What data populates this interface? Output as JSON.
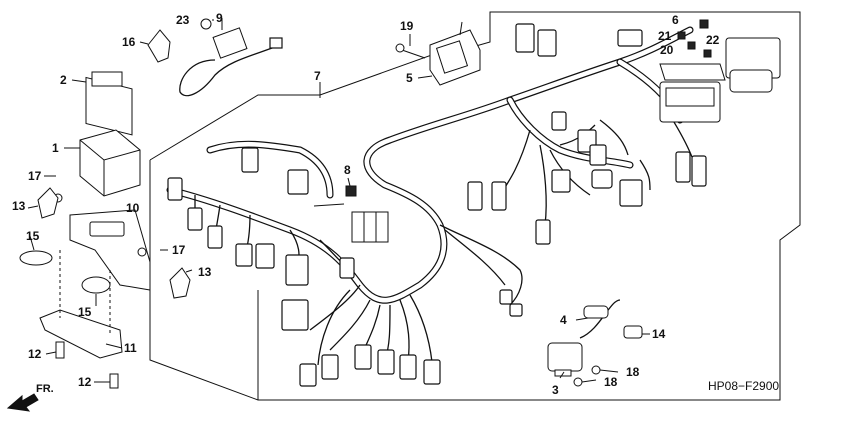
{
  "diagram": {
    "figure_code": "HP08−F2900",
    "direction_label": "FR.",
    "callouts": [
      "1",
      "2",
      "3",
      "4",
      "5",
      "6",
      "7",
      "8",
      "9",
      "10",
      "11",
      "12",
      "13",
      "14",
      "15",
      "16",
      "17",
      "18",
      "19",
      "20",
      "21",
      "22",
      "23"
    ],
    "duplicate_callouts": {
      "12b": "12",
      "13b": "13",
      "15b": "15",
      "17b": "17",
      "18b": "18"
    }
  }
}
